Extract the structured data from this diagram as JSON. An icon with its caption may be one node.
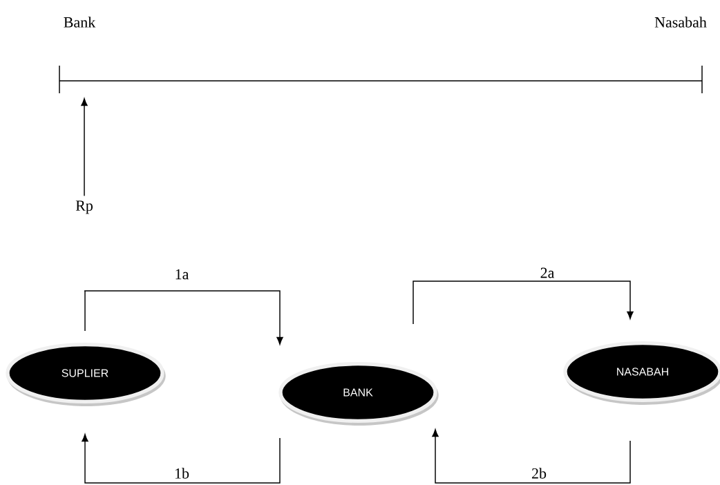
{
  "diagram": {
    "nodes": [
      {
        "text": [
          "SUPLIER"
        ]
      },
      {
        "text": [
          "BANK"
        ]
      },
      {
        "text": [
          "NASABAH"
        ]
      },
      {
        "text": [
          "Rp"
        ]
      }
    ],
    "edges": [
      {
        "from": 0,
        "to": 1,
        "arrow": "to",
        "label": "1a"
      },
      {
        "from": 1,
        "to": 0,
        "arrow": "to",
        "label": "1b"
      },
      {
        "from": 1,
        "to": 2,
        "arrow": "to",
        "label": "2a"
      },
      {
        "from": 2,
        "to": 1,
        "arrow": "to",
        "label": "2b"
      },
      {
        "from": 3,
        "to": null,
        "arrow": "to"
      }
    ],
    "labels": [
      "Bank",
      "Nasabah"
    ]
  }
}
